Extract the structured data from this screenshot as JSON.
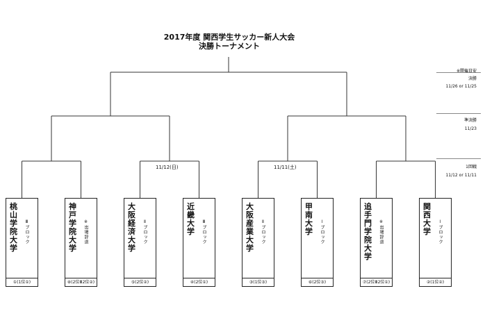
{
  "title": {
    "line1": "2017年度 関西学生サッカー新人大会",
    "line2": "決勝トーナメント"
  },
  "schedule": {
    "note": "※開催日安",
    "final": {
      "label": "決勝",
      "date": "11/26 or 11/25"
    },
    "semi": {
      "label": "準決勝",
      "date": "11/23"
    },
    "first": {
      "label": "1回戦",
      "date": "11/12 or 11/11"
    }
  },
  "match_dates": {
    "left": "11/12(日)",
    "right": "11/11(土)"
  },
  "teams": [
    {
      "name": "桃山学院大学",
      "sub": "Ⅲブロック",
      "seed": "①(1位①)"
    },
    {
      "name": "神戸学院大学",
      "sub": "※出場辞退",
      "seed": "⑧(2位Ⅲ2位②)"
    },
    {
      "name": "大阪経済大学",
      "sub": "Ⅱブロック",
      "seed": "⑤(2位②)"
    },
    {
      "name": "近畿大学",
      "sub": "Ⅲブロック",
      "seed": "④(2位①)"
    },
    {
      "name": "大阪産業大学",
      "sub": "Ⅱブロック",
      "seed": "③(1位③)"
    },
    {
      "name": "甲南大学",
      "sub": "Ⅰブロック",
      "seed": "⑥(2位③)"
    },
    {
      "name": "追手門学院大学",
      "sub": "※出場辞退",
      "seed": "⑦(2位Ⅲ2位①)"
    },
    {
      "name": "関西大学",
      "sub": "Ⅰブロック",
      "seed": "②(1位②)"
    }
  ]
}
